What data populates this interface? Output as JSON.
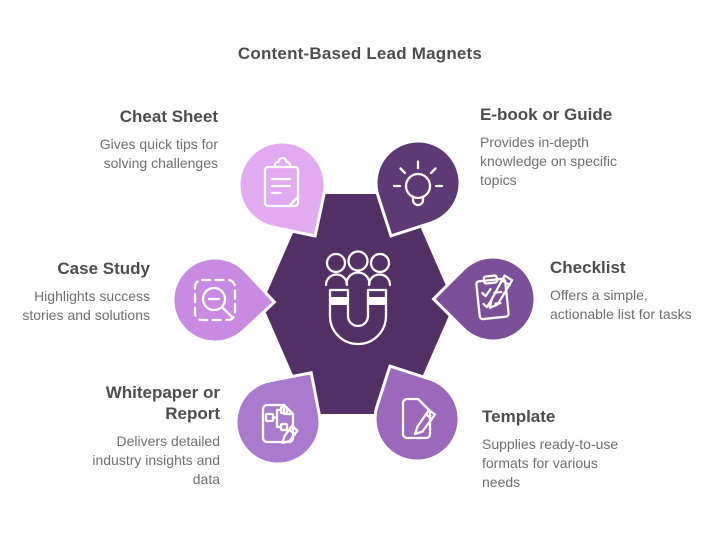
{
  "title": "Content-Based Lead Magnets",
  "center": {
    "icon": "magnet-attracting-people-icon",
    "hexagon_color": "#523066",
    "icon_color": "#ffffff"
  },
  "nodes": [
    {
      "id": "cheat-sheet",
      "label": "Cheat Sheet",
      "description": "Gives quick tips for solving challenges",
      "color": "#e1aaf1",
      "icon": "clipboard-notes-icon",
      "position": "top-left"
    },
    {
      "id": "ebook-or-guide",
      "label": "E-book or Guide",
      "description": "Provides in-depth knowledge on specific topics",
      "color": "#5e3a74",
      "icon": "lightbulb-icon",
      "position": "top-right"
    },
    {
      "id": "case-study",
      "label": "Case Study",
      "description": "Highlights success stories and solutions",
      "color": "#c98ae2",
      "icon": "magnifier-selection-icon",
      "position": "left"
    },
    {
      "id": "checklist",
      "label": "Checklist",
      "description": "Offers a simple, actionable list for tasks",
      "color": "#7c4f99",
      "icon": "checklist-pencil-icon",
      "position": "right"
    },
    {
      "id": "whitepaper-or-report",
      "label": "Whitepaper or Report",
      "description": "Delivers detailed industry insights and data",
      "color": "#aa7ace",
      "icon": "flowchart-document-pencil-icon",
      "position": "bottom-left"
    },
    {
      "id": "template",
      "label": "Template",
      "description": "Supplies ready-to-use formats for various needs",
      "color": "#9c68bb",
      "icon": "document-pencil-icon",
      "position": "bottom-right"
    }
  ],
  "text_colors": {
    "title": "#4d4d4d",
    "description": "#6f6f6f"
  }
}
